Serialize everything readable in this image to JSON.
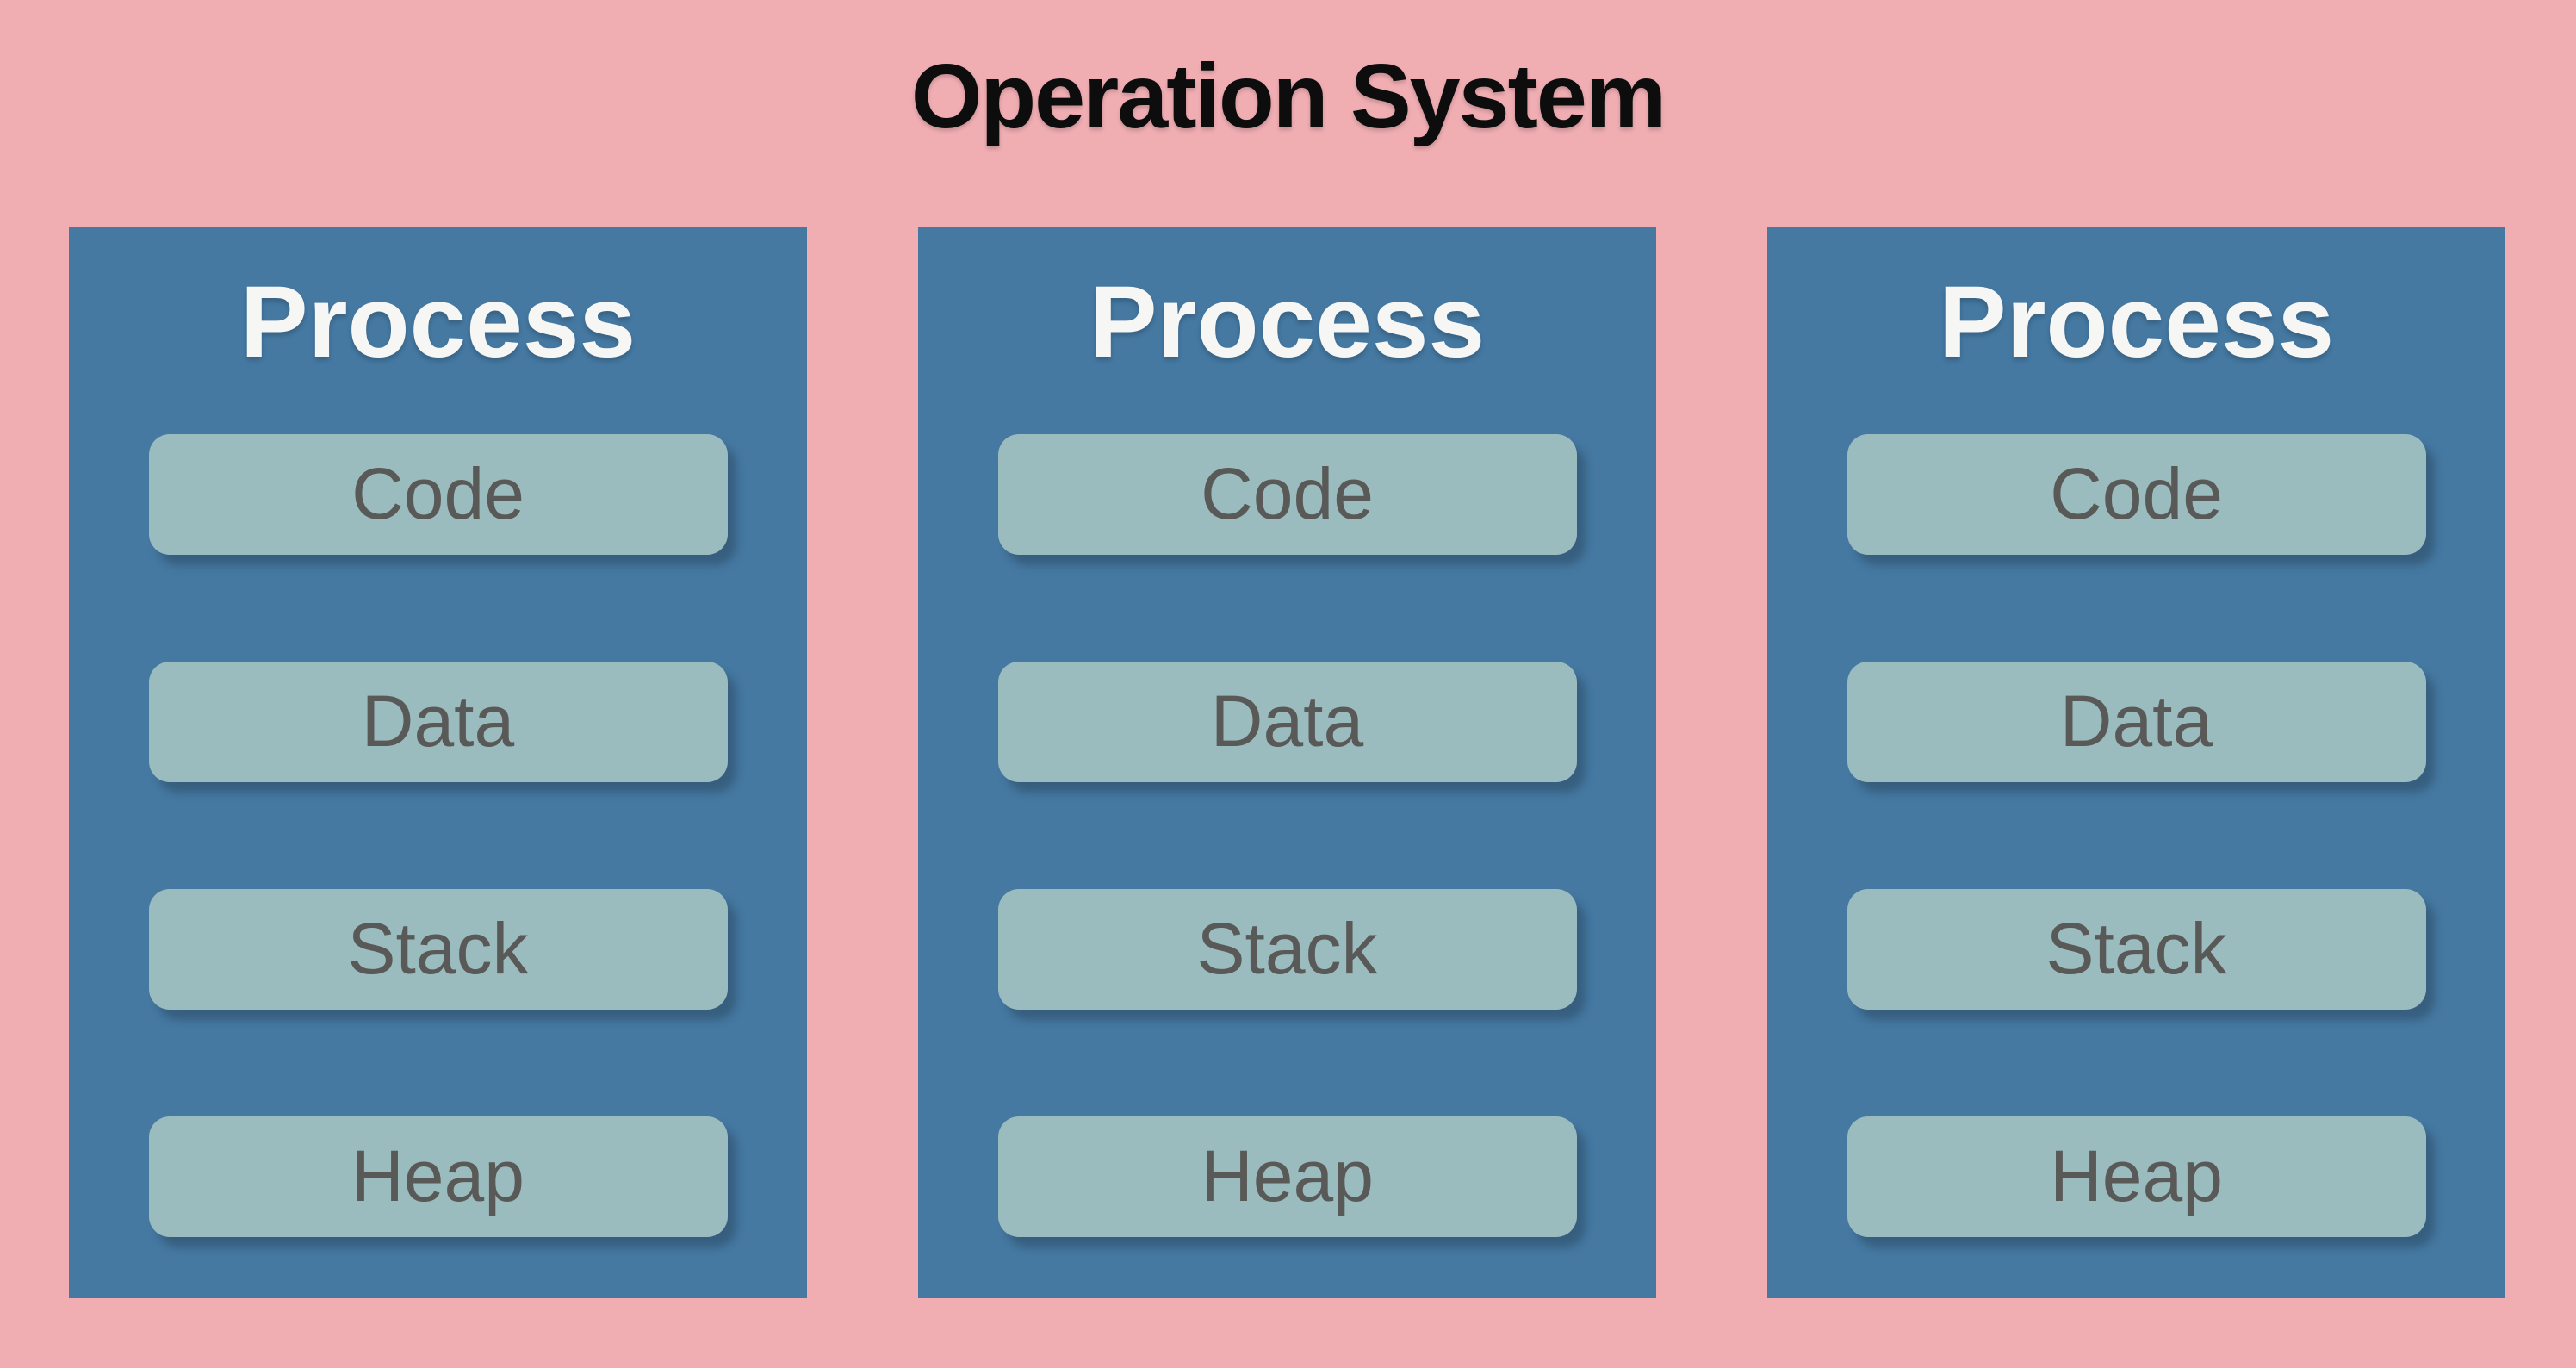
{
  "title": "Operation System",
  "colors": {
    "background": "#f0aeb3",
    "process_panel": "#4579a2",
    "segment_fill": "#9bbcbf",
    "segment_text": "#595957",
    "process_title_text": "#f6f6f4",
    "title_text": "#0d0d0d"
  },
  "processes": [
    {
      "label": "Process",
      "segments": [
        "Code",
        "Data",
        "Stack",
        "Heap"
      ]
    },
    {
      "label": "Process",
      "segments": [
        "Code",
        "Data",
        "Stack",
        "Heap"
      ]
    },
    {
      "label": "Process",
      "segments": [
        "Code",
        "Data",
        "Stack",
        "Heap"
      ]
    }
  ]
}
